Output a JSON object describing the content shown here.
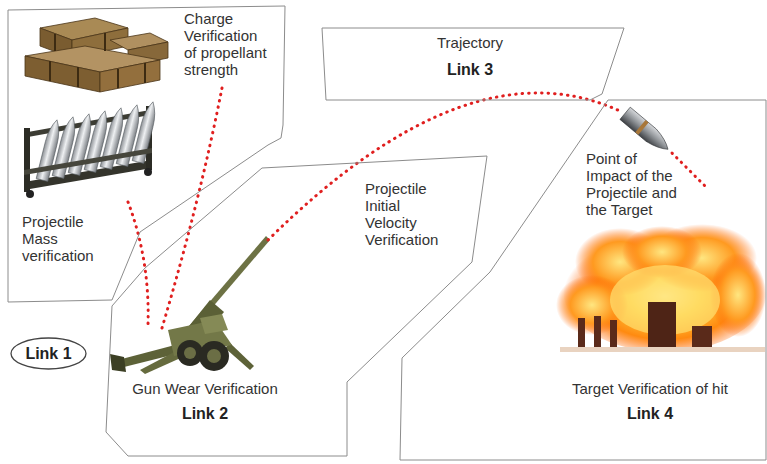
{
  "diagram": {
    "nodes": [
      {
        "text": [
          "Charge Verification of propellant strength",
          "Projectile Mass verification"
        ]
      },
      {
        "text": [
          "Link 1"
        ]
      },
      {
        "text": [
          "Gun Wear Verification",
          "Link 2",
          "Projectile Initial Velocity Verification"
        ]
      },
      {
        "text": [
          "Trajectory",
          "Link 3"
        ]
      },
      {
        "text": [
          "Point of Impact of the Projectile and the Target",
          "Target Verification of hit",
          "Link 4"
        ]
      }
    ]
  }
}
